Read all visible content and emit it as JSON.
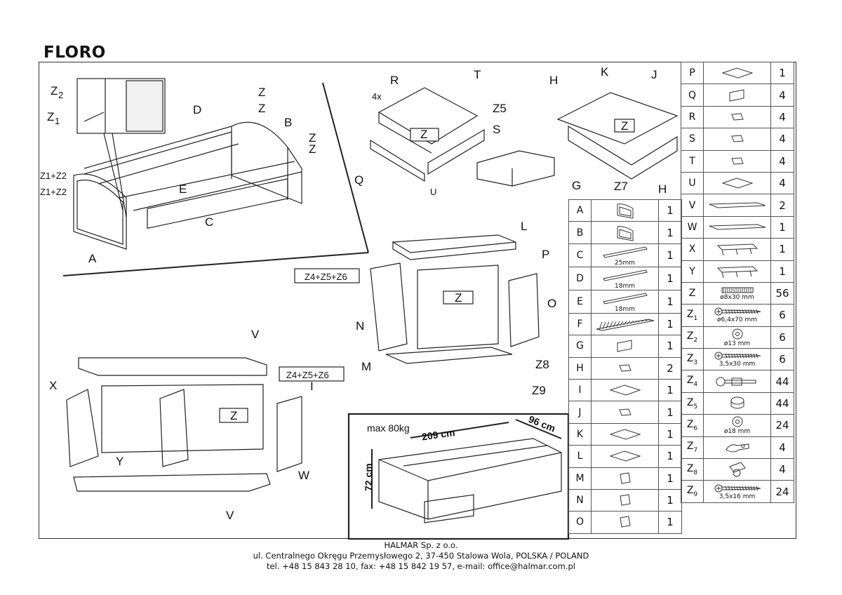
{
  "product_title": "FLORO",
  "exploded_view_labels": {
    "bed": [
      "Z2",
      "Z1",
      "Z",
      "Z",
      "D",
      "B",
      "Z",
      "Z",
      "Z1+Z2",
      "Z1+Z2",
      "E",
      "C",
      "A"
    ],
    "drawer": [
      "R",
      "T",
      "4x",
      "Z5",
      "Z",
      "S",
      "Q",
      "U"
    ],
    "drawer2": [
      "H",
      "K",
      "J",
      "Z",
      "G",
      "Z7",
      "H"
    ],
    "cabinet": [
      "L",
      "P",
      "Z4+Z5+Z6",
      "Z",
      "O",
      "N",
      "M",
      "Z8",
      "Z9"
    ],
    "shelf_unit": [
      "V",
      "Z4+Z5+Z6",
      "X",
      "I",
      "Z",
      "Y",
      "W",
      "V"
    ]
  },
  "dimensions": {
    "max_load": "max 80kg",
    "length": "209 cm",
    "width": "96 cm",
    "height": "72 cm"
  },
  "parts_left": [
    {
      "code": "A",
      "qty": "1",
      "icon": "side-panel-icon"
    },
    {
      "code": "B",
      "qty": "1",
      "icon": "side-panel-icon"
    },
    {
      "code": "C",
      "qty": "1",
      "icon": "rail-icon",
      "size": "25mm"
    },
    {
      "code": "D",
      "qty": "1",
      "icon": "rail-icon",
      "size": "18mm"
    },
    {
      "code": "E",
      "qty": "1",
      "icon": "rail-icon",
      "size": "18mm"
    },
    {
      "code": "F",
      "qty": "1",
      "icon": "slat-base-icon"
    },
    {
      "code": "G",
      "qty": "1",
      "icon": "board-icon"
    },
    {
      "code": "H",
      "qty": "2",
      "icon": "small-board-icon"
    },
    {
      "code": "I",
      "qty": "1",
      "icon": "flat-panel-icon"
    },
    {
      "code": "J",
      "qty": "1",
      "icon": "small-board-icon"
    },
    {
      "code": "K",
      "qty": "1",
      "icon": "flat-panel-icon"
    },
    {
      "code": "L",
      "qty": "1",
      "icon": "flat-panel-icon"
    },
    {
      "code": "M",
      "qty": "1",
      "icon": "square-panel-icon"
    },
    {
      "code": "N",
      "qty": "1",
      "icon": "square-panel-icon"
    },
    {
      "code": "O",
      "qty": "1",
      "icon": "square-panel-icon"
    }
  ],
  "parts_right": [
    {
      "code": "P",
      "qty": "1",
      "icon": "flat-panel-icon"
    },
    {
      "code": "Q",
      "qty": "4",
      "icon": "board-icon"
    },
    {
      "code": "R",
      "qty": "4",
      "icon": "small-board-icon"
    },
    {
      "code": "S",
      "qty": "4",
      "icon": "small-board-icon"
    },
    {
      "code": "T",
      "qty": "4",
      "icon": "small-board-icon"
    },
    {
      "code": "U",
      "qty": "4",
      "icon": "flat-panel-icon"
    },
    {
      "code": "V",
      "qty": "2",
      "icon": "shelf-icon"
    },
    {
      "code": "W",
      "qty": "1",
      "icon": "shelf-icon"
    },
    {
      "code": "X",
      "qty": "1",
      "icon": "frame-icon"
    },
    {
      "code": "Y",
      "qty": "1",
      "icon": "frame-icon"
    },
    {
      "code": "Z",
      "qty": "56",
      "icon": "dowel-icon",
      "size": "ø8x30 mm"
    },
    {
      "code": "Z1",
      "qty": "6",
      "icon": "screw-icon",
      "size": "ø6,4x70 mm"
    },
    {
      "code": "Z2",
      "qty": "6",
      "icon": "cap-icon",
      "size": "ø13 mm"
    },
    {
      "code": "Z3",
      "qty": "6",
      "icon": "screw-icon",
      "size": "3,5x30 mm"
    },
    {
      "code": "Z4",
      "qty": "44",
      "icon": "bolt-icon"
    },
    {
      "code": "Z5",
      "qty": "44",
      "icon": "cam-icon"
    },
    {
      "code": "Z6",
      "qty": "24",
      "icon": "cap-icon",
      "size": "ø18 mm"
    },
    {
      "code": "Z7",
      "qty": "4",
      "icon": "hinge-icon"
    },
    {
      "code": "Z8",
      "qty": "4",
      "icon": "caster-icon"
    },
    {
      "code": "Z9",
      "qty": "24",
      "icon": "screw-icon",
      "size": "3,5x16 mm"
    }
  ],
  "footer": {
    "company": "HALMAR Sp. z o.o.",
    "address": "ul. Centralnego Okręgu Przemysłowego 2, 37-450 Stalowa Wola, POLSKA / POLAND",
    "contact": "tel. +48 15 843 28 10, fax: +48 15 842 19 57, e-mail: office@halmar.com.pl"
  }
}
